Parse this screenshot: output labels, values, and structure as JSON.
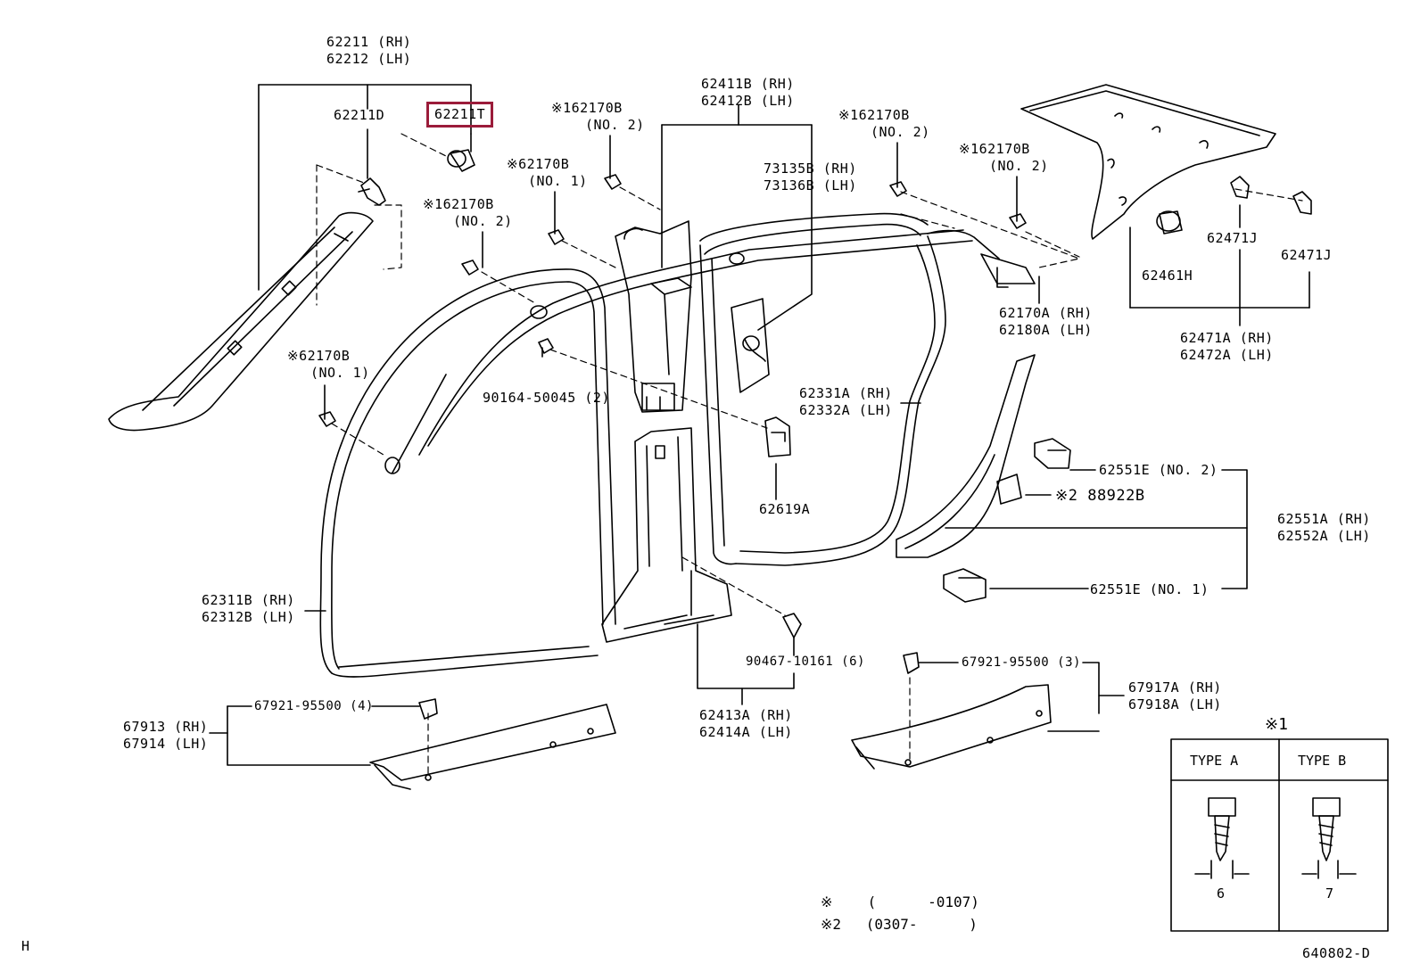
{
  "diagram": {
    "labels": {
      "p62211": [
        "62211 (RH)",
        "62212 (LH)"
      ],
      "p62211D": "62211D",
      "p62211T": "62211T",
      "p162170B_a": [
        "※162170B",
        "(NO. 2)"
      ],
      "p62170B_a": [
        "※62170B",
        "(NO. 1)"
      ],
      "p162170B_b": [
        "※162170B",
        "(NO. 2)"
      ],
      "p62411B": [
        "62411B (RH)",
        "62412B (LH)"
      ],
      "p73135B": [
        "73135B (RH)",
        "73136B (LH)"
      ],
      "p162170B_c": [
        "※162170B",
        "(NO. 2)"
      ],
      "p162170B_d": [
        "※162170B",
        "(NO. 2)"
      ],
      "p62471J_a": "62471J",
      "p62471J_b": "62471J",
      "p62461H": "62461H",
      "p62170A": [
        "62170A (RH)",
        "62180A (LH)"
      ],
      "p62471A": [
        "62471A (RH)",
        "62472A (LH)"
      ],
      "p62170B_b": [
        "※62170B",
        "(NO. 1)"
      ],
      "p90164": "90164-50045 (2)",
      "p62331A": [
        "62331A (RH)",
        "62332A (LH)"
      ],
      "p62551E2": "62551E (NO. 2)",
      "p88922B": "※2 88922B",
      "p62551A": [
        "62551A (RH)",
        "62552A (LH)"
      ],
      "p62619A": "62619A",
      "p62551E1": "62551E (NO. 1)",
      "p62311B": [
        "62311B (RH)",
        "62312B (LH)"
      ],
      "p90467": "90467-10161 (6)",
      "p67921_3": "67921-95500 (3)",
      "p67917A": [
        "67917A (RH)",
        "67918A (LH)"
      ],
      "p67921_4": "67921-95500 (4)",
      "p67913": [
        "67913 (RH)",
        "67914 (LH)"
      ],
      "p62413A": [
        "62413A (RH)",
        "62414A (LH)"
      ]
    },
    "legend": {
      "mark1": "※1",
      "type_a": "TYPE A",
      "type_b": "TYPE B",
      "dim_a": "6",
      "dim_b": "7",
      "note1_mark": "※",
      "note1_range": "(      -0107)",
      "note2_mark": "※2",
      "note2_range": "(0307-      )"
    },
    "corner_left": "H",
    "corner_right": "640802-D",
    "highlight_color": "#9b1c3a"
  }
}
